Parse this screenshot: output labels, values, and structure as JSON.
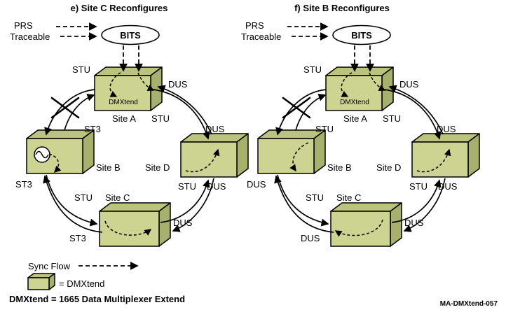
{
  "colors": {
    "box_front": "#cdd492",
    "box_top": "#bcc37f",
    "box_side": "#a8b06e",
    "outline": "#000000",
    "background": "#ffffff"
  },
  "diagrams": [
    {
      "title": "e) Site C Reconfigures",
      "prs_label_line1": "PRS",
      "prs_label_line2": "Traceable",
      "bits_label": "BITS",
      "device_label": "DMXtend",
      "sites": {
        "a": "Site A",
        "b": "Site B",
        "c": "Site C",
        "d": "Site D"
      },
      "ports": {
        "a_top_left": "STU",
        "a_right": "DUS",
        "a_bottom_right": "STU",
        "ab_link": "ST3",
        "b_bottom": "ST3",
        "d_top": "DUS",
        "d_bottom_left": "STU",
        "d_bottom_right": "DUS",
        "c_left": "STU",
        "c_right": "DUS",
        "c_bottom_left": "ST3"
      }
    },
    {
      "title": "f) Site B Reconfigures",
      "prs_label_line1": "PRS",
      "prs_label_line2": "Traceable",
      "bits_label": "BITS",
      "device_label": "DMXtend",
      "sites": {
        "a": "Site A",
        "b": "Site B",
        "c": "Site C",
        "d": "Site D"
      },
      "ports": {
        "a_top_left": "STU",
        "a_right": "DUS",
        "a_bottom_right": "STU",
        "ab_link": "STU",
        "b_bottom": "DUS",
        "d_top": "DUS",
        "d_bottom_left": "STU",
        "d_bottom_right": "DUS",
        "c_left": "STU",
        "c_right": "DUS",
        "c_bottom_left": "DUS"
      }
    }
  ],
  "legend": {
    "sync_flow_label": "Sync Flow",
    "dmxtend_box_label": "= DMXtend"
  },
  "footer": {
    "footnote": "DMXtend = 1665 Data Multiplexer Extend",
    "doc_id": "MA-DMXtend-057"
  }
}
